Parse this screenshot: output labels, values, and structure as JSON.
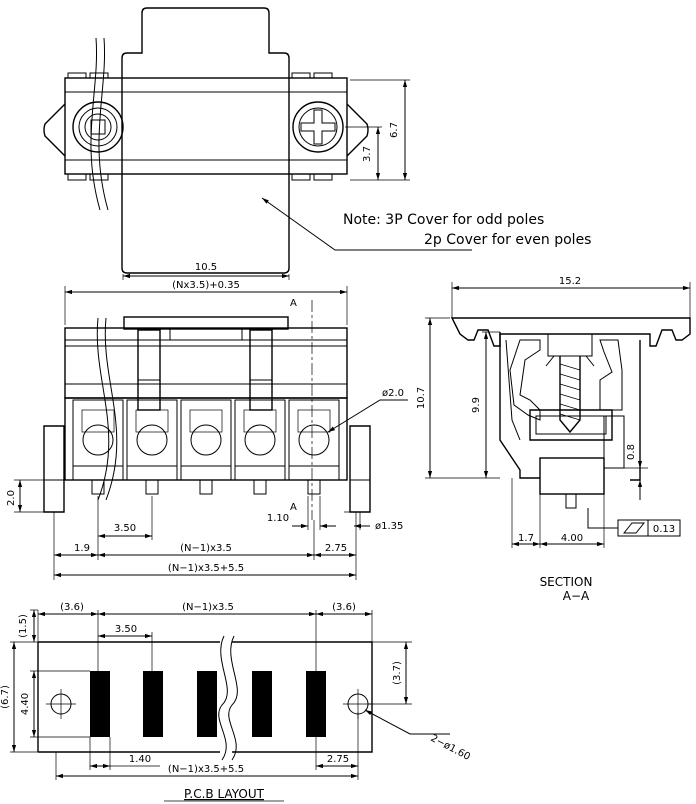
{
  "note": {
    "line1": "Note: 3P  Cover  for  odd  poles",
    "line2": "2p  Cover  for  even  poles"
  },
  "top_view": {
    "width": "10.5",
    "height": "6.7",
    "center_height": "3.7"
  },
  "front_view": {
    "top_width": "(Nx3.5)+0.35",
    "section_marker": "A",
    "hole_dia": "ø2.0",
    "pitch": "3.50",
    "pin_width": "1.10",
    "pin_dia": "ø1.35",
    "left_offset": "1.9",
    "span": "(N−1)x3.5",
    "right_offset": "2.75",
    "total": "(N−1)x3.5+5.5",
    "pin_height": "2.0"
  },
  "section_view": {
    "top_width": "15.2",
    "height_total": "10.7",
    "height_inner": "9.9",
    "gap": "0.8",
    "base_left": "1.7",
    "base_width": "4.00",
    "tolerance_value": "0.13",
    "caption1": "SECTION",
    "caption2": "A−A"
  },
  "pcb_layout": {
    "left_margin": "(3.6)",
    "span": "(N−1)x3.5",
    "right_margin": "(3.6)",
    "top_margin": "(1.5)",
    "pitch": "3.50",
    "outer_height": "(6.7)",
    "pad_height": "4.40",
    "right_height": "(3.7)",
    "hole_callout": "2−ø1.60",
    "pad_width": "1.40",
    "total": "(N−1)x3.5+5.5",
    "right_offset": "2.75",
    "caption": "P.C.B    LAYOUT"
  }
}
